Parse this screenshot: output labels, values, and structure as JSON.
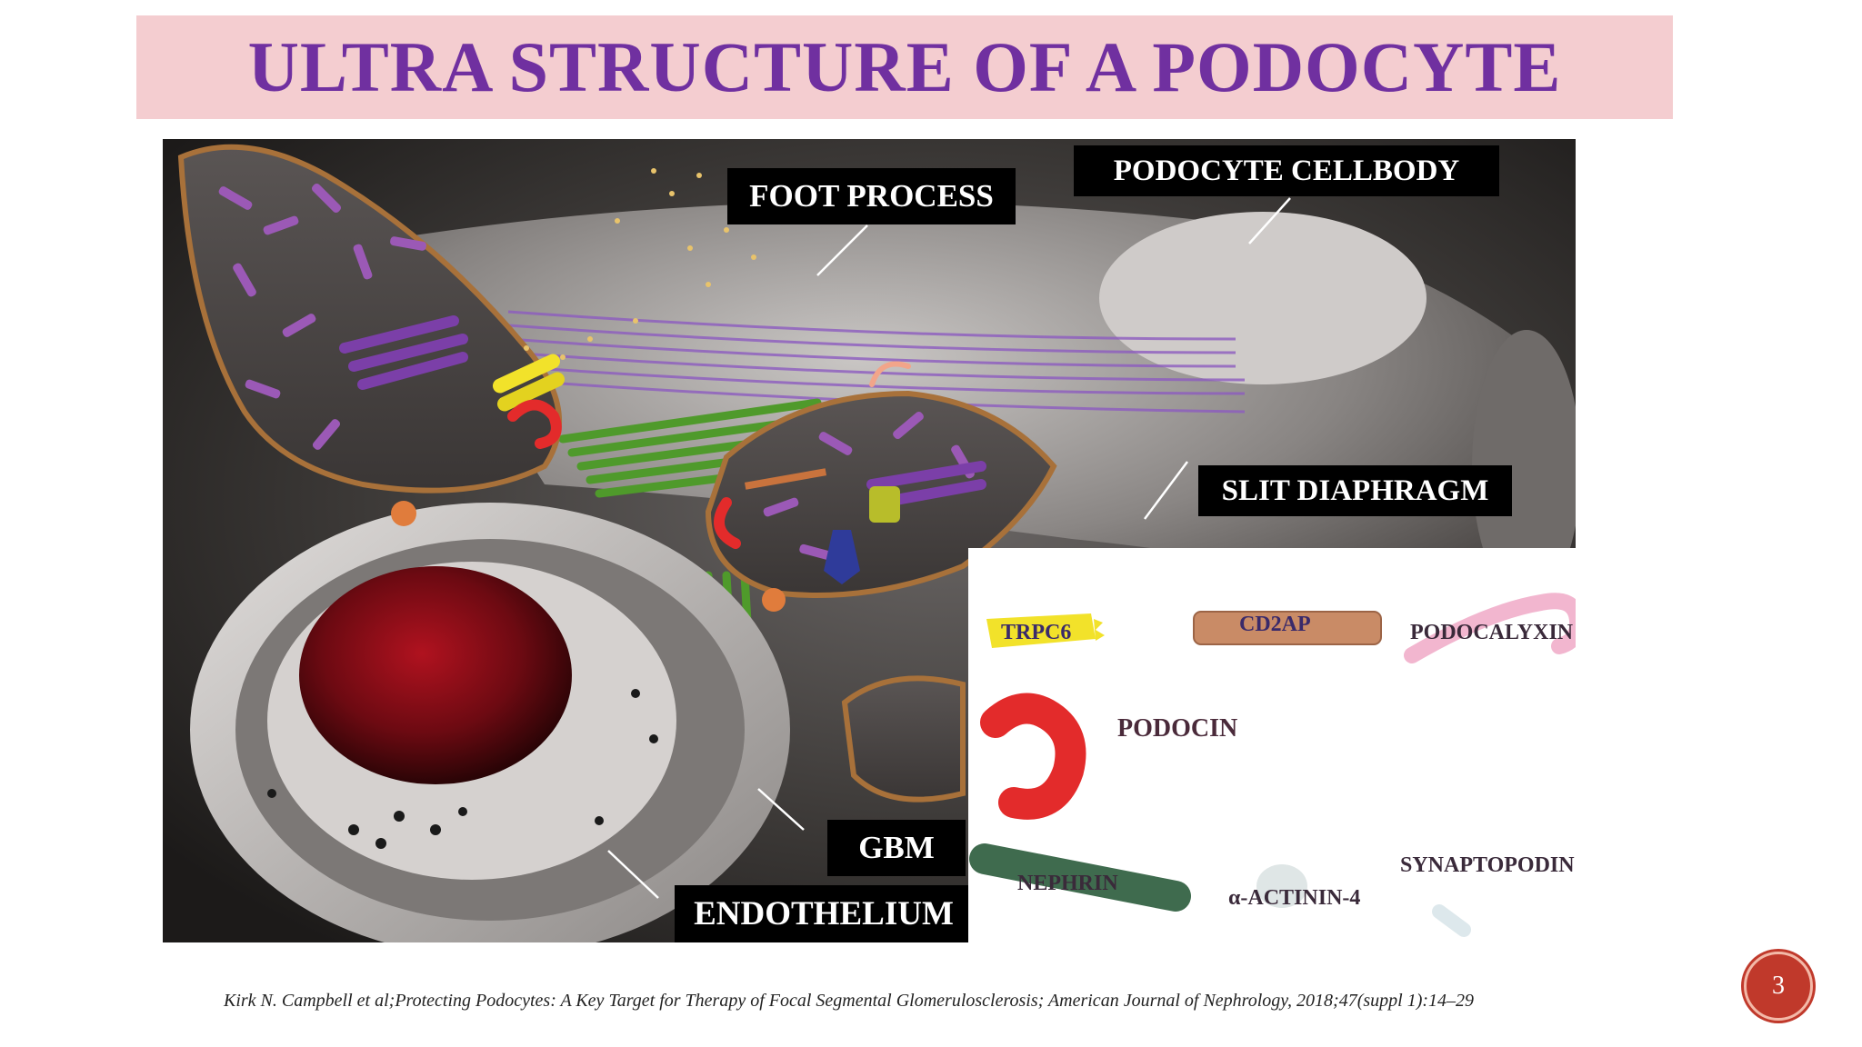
{
  "title": "ULTRA STRUCTURE OF A PODOCYTE",
  "labels": {
    "foot_process": "FOOT PROCESS",
    "podocyte_cellbody": "PODOCYTE CELLBODY",
    "slit_diaphragm": "SLIT DIAPHRAGM",
    "gbm": "GBM",
    "endothelium": "ENDOTHELIUM"
  },
  "legend": {
    "trpc6": "TRPC6",
    "cd2ap": "CD2AP",
    "podocalyxin": "PODOCALYXIN",
    "podocin": "PODOCIN",
    "nephrin": "NEPHRIN",
    "alpha_actinin_4": "α-ACTININ-4",
    "synaptopodin": "SYNAPTOPODIN"
  },
  "citation": "Kirk N. Campbell  et al;Protecting Podocytes: A Key Target for Therapy of Focal Segmental Glomerulosclerosis;  American Journal of Nephrology, 2018;47(suppl 1):14–29",
  "page_number": "3",
  "colors": {
    "title": "#7030a0",
    "title_bg": "#f4cdd0",
    "page_badge": "#c0392b",
    "trpc6": "#f2e22a",
    "cd2ap": "#c98b66",
    "podocalyxin": "#f2b6cf",
    "podocin": "#e32b2b",
    "nephrin": "#3f6b4e",
    "alpha_actinin_4": "#dfe6e6",
    "synaptopodin": "#dde8ec"
  }
}
